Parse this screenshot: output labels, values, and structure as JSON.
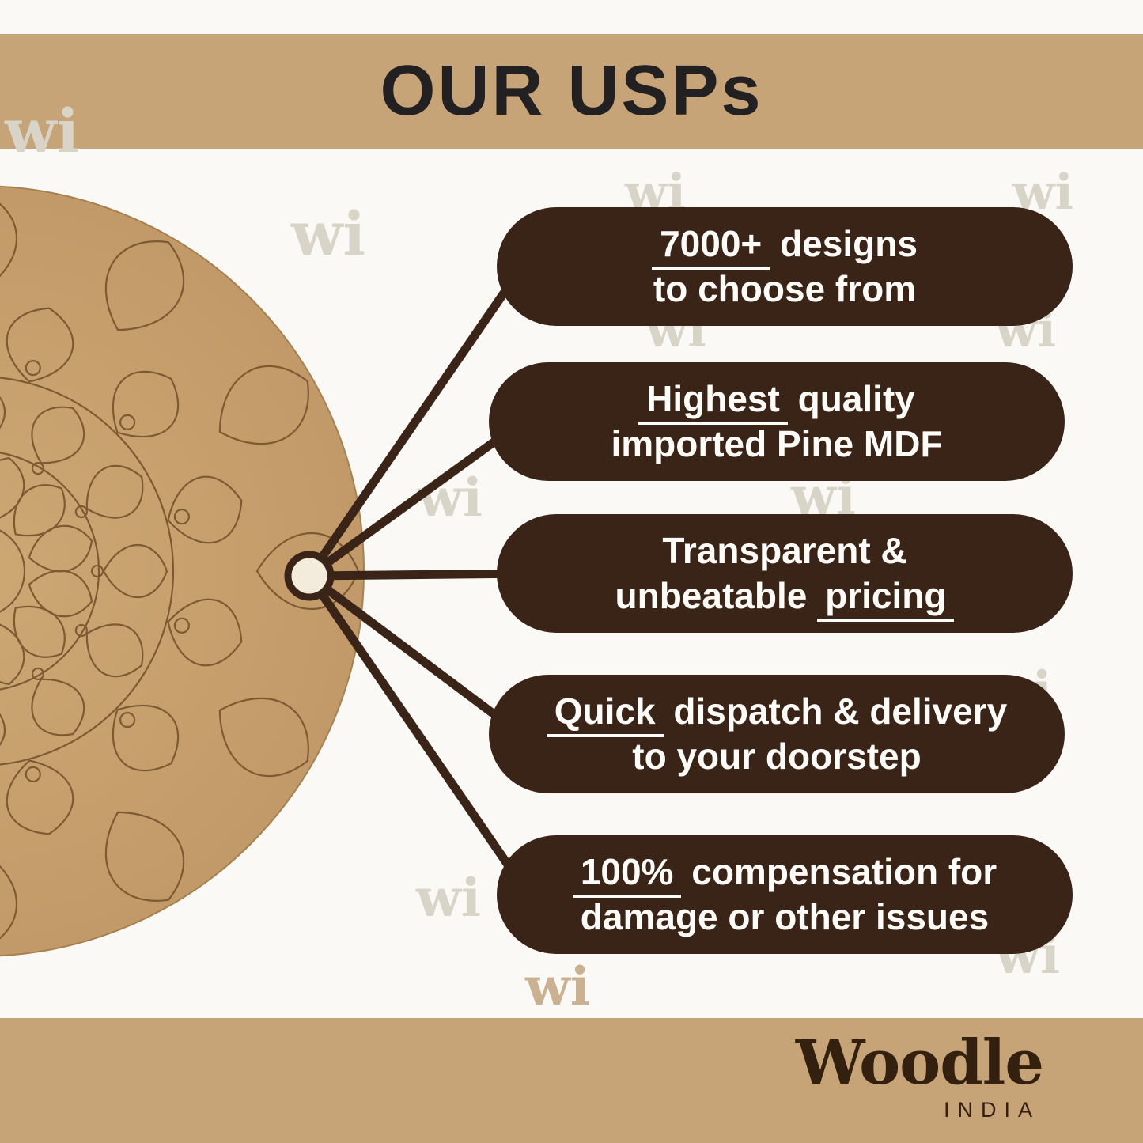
{
  "header": {
    "title": "OUR USPs"
  },
  "watermark": {
    "text": "wi"
  },
  "usps": [
    {
      "line1": {
        "pre": "",
        "u": "7000+",
        "post": " designs"
      },
      "line2": {
        "pre": "to choose from",
        "u": "",
        "post": ""
      }
    },
    {
      "line1": {
        "pre": "",
        "u": "Highest",
        "post": " quality"
      },
      "line2": {
        "pre": "imported Pine MDF",
        "u": "",
        "post": ""
      }
    },
    {
      "line1": {
        "pre": "Transparent &",
        "u": "",
        "post": ""
      },
      "line2": {
        "pre": "unbeatable",
        "u": "pricing",
        "post": ""
      }
    },
    {
      "line1": {
        "pre": "",
        "u": "Quick",
        "post": " dispatch & delivery"
      },
      "line2": {
        "pre": "to your doorstep",
        "u": "",
        "post": ""
      }
    },
    {
      "line1": {
        "pre": "",
        "u": "100%",
        "post": " compensation for"
      },
      "line2": {
        "pre": "damage or other issues",
        "u": "",
        "post": ""
      }
    }
  ],
  "footer": {
    "brand": "Woodle",
    "country": "INDIA"
  },
  "colors": {
    "band": "#c7a378",
    "pill": "#3a2418",
    "mdf_board": "#c79f6e",
    "line": "#3a2418",
    "hub_fill": "#f3ecdc",
    "title_text": "#232021",
    "pill_text": "#fdfcf8"
  }
}
